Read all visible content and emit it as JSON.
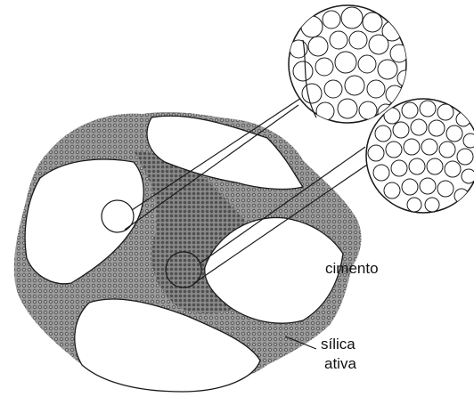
{
  "labels": {
    "cement": "cimento",
    "silica_line1": "sílica",
    "silica_line2": "ativa"
  },
  "colors": {
    "paste_fill": "#8f8f8f",
    "paste_dot": "#6a6a6a",
    "aggregate_fill": "#ffffff",
    "stroke": "#1a1a1a",
    "detail_fill": "#ffffff"
  }
}
